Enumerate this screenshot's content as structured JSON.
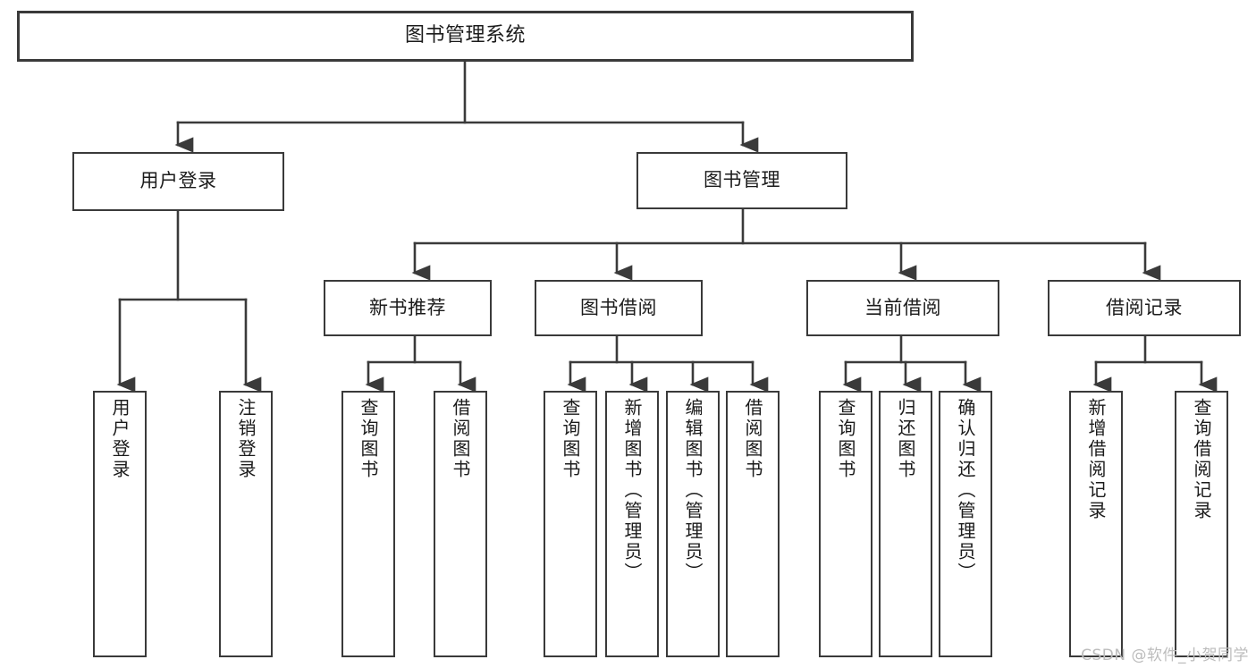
{
  "diagram": {
    "title": "图书管理系统",
    "watermark": "CSDN @软件_小贺同学",
    "colors": {
      "box_border": "#3a3a3a",
      "box_fill": "#ffffff",
      "line": "#3a3a3a",
      "text": "#1b1b1b",
      "watermark": "#bcbcbc",
      "background": "#ffffff"
    },
    "root": {
      "label": "图书管理系统"
    },
    "level1": [
      {
        "label": "用户登录"
      },
      {
        "label": "图书管理"
      }
    ],
    "level2": [
      {
        "label": "新书推荐"
      },
      {
        "label": "图书借阅"
      },
      {
        "label": "当前借阅"
      },
      {
        "label": "借阅记录"
      }
    ],
    "leaves": {
      "user_login": [
        {
          "label": "用户登录"
        },
        {
          "label": "注销登录"
        }
      ],
      "new_book_recommend": [
        {
          "label": "查询图书"
        },
        {
          "label": "借阅图书"
        }
      ],
      "book_borrow": [
        {
          "label": "查询图书"
        },
        {
          "label": "新增图书（管理员）"
        },
        {
          "label": "编辑图书（管理员）"
        },
        {
          "label": "借阅图书"
        }
      ],
      "current_borrow": [
        {
          "label": "查询图书"
        },
        {
          "label": "归还图书"
        },
        {
          "label": "确认归还（管理员）"
        }
      ],
      "borrow_record": [
        {
          "label": "新增借阅记录"
        },
        {
          "label": "查询借阅记录"
        }
      ]
    }
  }
}
